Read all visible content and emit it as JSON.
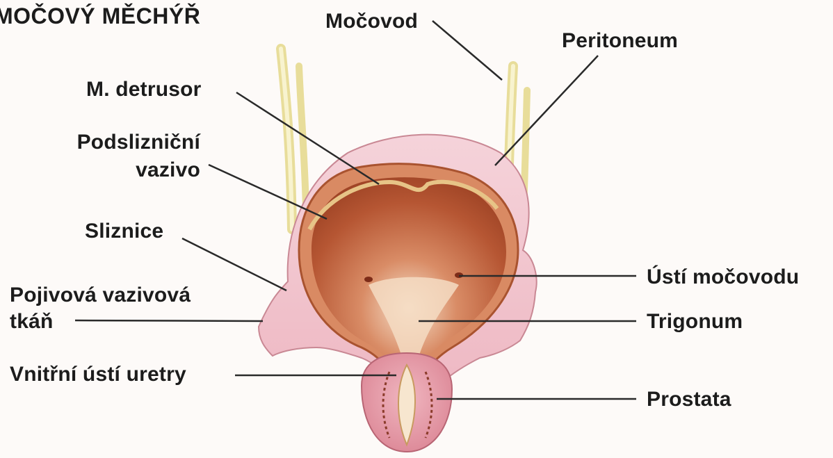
{
  "title": "MOČOVÝ MĚCHÝŘ",
  "labels": {
    "mocovod": "Močovod",
    "peritoneum": "Peritoneum",
    "detrusor": "M. detrusor",
    "podslizn_1": "Podslizniční",
    "podslizn_2": "vazivo",
    "sliznice": "Sliznice",
    "pojivova_1": "Pojivová vazivová",
    "pojivova_2": "tkáň",
    "vnitrni": "Vnitřní ústí uretry",
    "usti": "Ústí močovodu",
    "trigonum": "Trigonum",
    "prostata": "Prostata"
  },
  "colors": {
    "background": "#fdfaf8",
    "peritoneum": "#f2c6cf",
    "wall": "#d97f5a",
    "lumen": "#b8552e",
    "trigonum": "#f3dcc4",
    "ureter": "#efe7b0",
    "prostata": "#e9a3b0",
    "leader": "#2a2a2a"
  }
}
